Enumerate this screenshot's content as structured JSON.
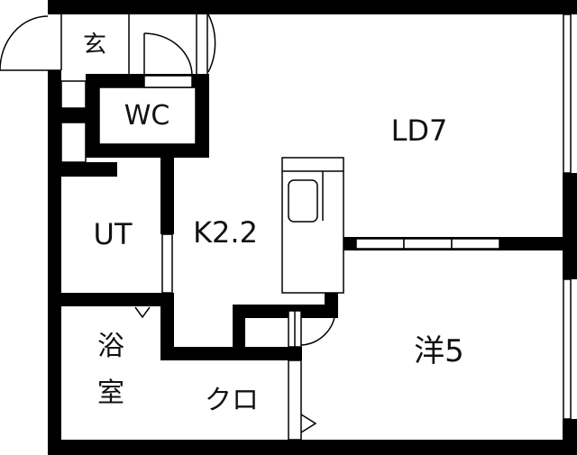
{
  "rooms": {
    "entrance": "玄",
    "toilet": "WC",
    "living_dining": "LD7",
    "utility": "UT",
    "kitchen": "K2.2",
    "bath_line1": "浴",
    "bath_line2": "室",
    "closet": "クロ",
    "western_room": "洋5"
  },
  "colors": {
    "wall": "#000000",
    "background": "#ffffff"
  }
}
